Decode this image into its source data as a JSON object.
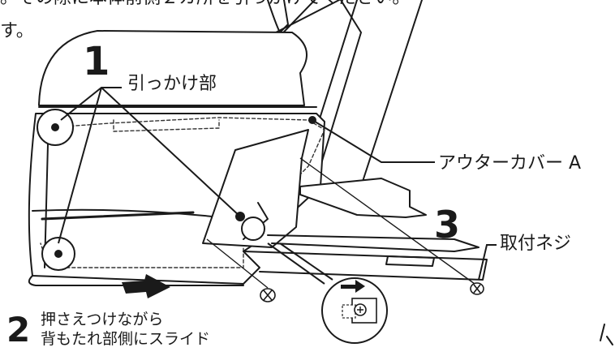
{
  "header": {
    "line1": "。その際に本体前側２カ所を引っかけてください。",
    "line2": "す。"
  },
  "steps": {
    "one": "1",
    "two": "2",
    "three": "3"
  },
  "labels": {
    "hook_part": "引っかけ部",
    "outer_cover": "アウターカバー A",
    "screw": "取付ネジ",
    "slide_line1": "押さえつけながら",
    "slide_line2": "背もたれ部側にスライド"
  },
  "colors": {
    "stroke": "#1a1a1a",
    "fill": "#ffffff",
    "dash": "#333333"
  },
  "icons": [
    "slide-arrow-icon",
    "right-arrow-icon",
    "screw-icon"
  ]
}
